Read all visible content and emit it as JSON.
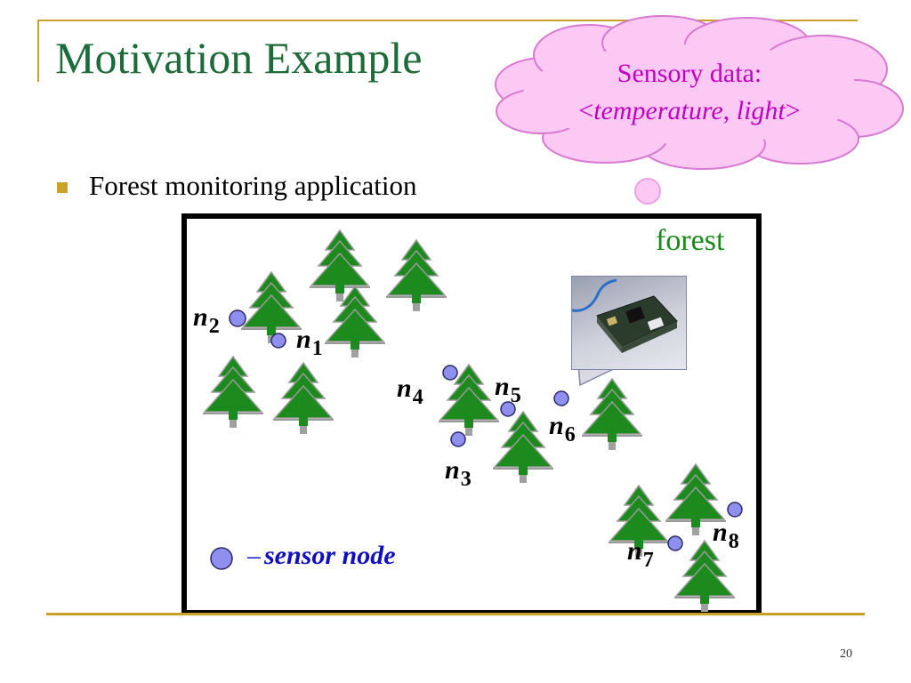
{
  "slide": {
    "title": "Motivation Example",
    "bullet": "Forest monitoring application",
    "page_number": "20"
  },
  "callout": {
    "line1": "Sensory data:",
    "open": "<",
    "field1": "temperature",
    "sep": ", ",
    "field2": "light",
    "close": ">"
  },
  "map": {
    "forest_label": "forest",
    "legend": {
      "dash": "–",
      "text": "sensor node"
    },
    "nodes": [
      {
        "name": "n",
        "sub": "1"
      },
      {
        "name": "n",
        "sub": "2"
      },
      {
        "name": "n",
        "sub": "3"
      },
      {
        "name": "n",
        "sub": "4"
      },
      {
        "name": "n",
        "sub": "5"
      },
      {
        "name": "n",
        "sub": "6"
      },
      {
        "name": "n",
        "sub": "7"
      },
      {
        "name": "n",
        "sub": "8"
      }
    ]
  },
  "colors": {
    "title": "#1e6b3a",
    "accent_gold": "#c9a227",
    "cloud_fill": "#fbc9f3",
    "cloud_text": "#c000c0",
    "tree_green": "#1d8a1d",
    "node_fill": "#8f8ff0",
    "legend_text": "#1010c0"
  },
  "icons": [
    "tree-icon",
    "sensor-node-icon",
    "sensor-device-photo",
    "thought-cloud"
  ]
}
